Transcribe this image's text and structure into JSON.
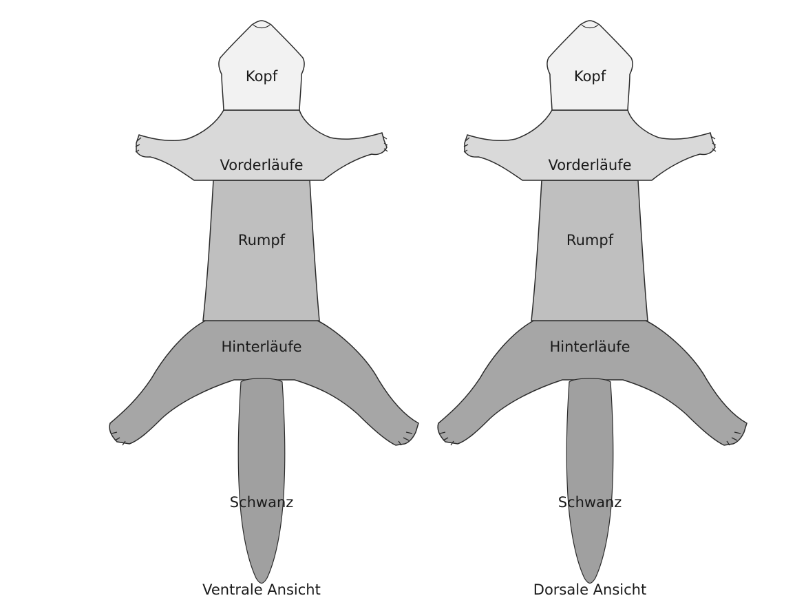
{
  "colors": {
    "background": "#ffffff",
    "head": "#f2f2f2",
    "forelegs": "#d9d9d9",
    "trunk": "#bfbfbf",
    "hindlegs": "#a6a6a6",
    "tail": "#a0a0a0",
    "outline": "#2b2b2b"
  },
  "figures": [
    {
      "caption": "Ventrale Ansicht",
      "regions": {
        "head": "Kopf",
        "forelegs": "Vorderläufe",
        "trunk": "Rumpf",
        "hindlegs": "Hinterläufe",
        "tail": "Schwanz"
      }
    },
    {
      "caption": "Dorsale Ansicht",
      "regions": {
        "head": "Kopf",
        "forelegs": "Vorderläufe",
        "trunk": "Rumpf",
        "hindlegs": "Hinterläufe",
        "tail": "Schwanz"
      }
    }
  ]
}
